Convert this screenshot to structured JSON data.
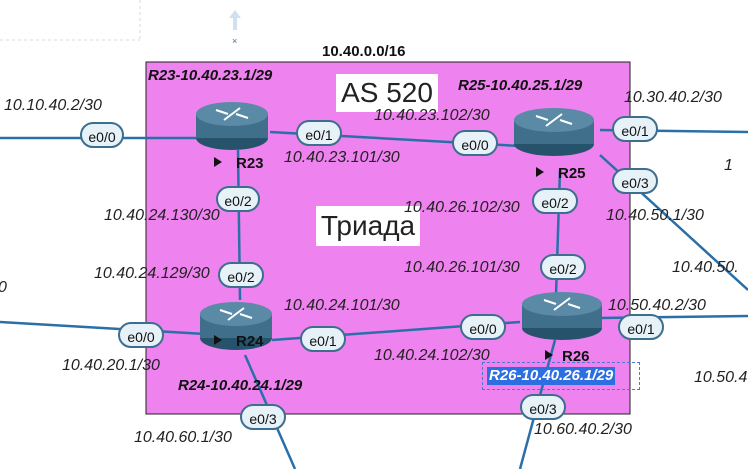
{
  "network": "10.40.0.0/16",
  "as_label": "AS 520",
  "area_label": "Триада",
  "colors": {
    "as_box": "#ee82ee",
    "link": "#2a6fa8",
    "router": "#3f6f8a"
  },
  "routers": {
    "r23": {
      "name": "R23",
      "title": "R23-10.40.23.1/29"
    },
    "r24": {
      "name": "R24",
      "title": "R24-10.40.24.1/29"
    },
    "r25": {
      "name": "R25",
      "title": "R25-10.40.25.1/29"
    },
    "r26": {
      "name": "R26",
      "title": "R26-10.40.26.1/29"
    }
  },
  "ports": {
    "r23_e00": "e0/0",
    "r23_e01": "e0/1",
    "r23_e02": "e0/2",
    "r25_e00": "e0/0",
    "r25_e01": "e0/1",
    "r25_e03": "e0/3",
    "r25_e02": "e0/2",
    "r24_e02": "e0/2",
    "r24_e00": "e0/0",
    "r24_e01": "e0/1",
    "r24_e03": "e0/3",
    "r26_e02": "e0/2",
    "r26_e00": "e0/0",
    "r26_e01": "e0/1",
    "r26_e03": "e0/3"
  },
  "addresses": {
    "a1": "10.10.40.2/30",
    "a2": "10.40.23.102/30",
    "a3": "10.30.40.2/30",
    "a4": "10.40.23.101/30",
    "a5": "10.40.24.130/30",
    "a6": "10.40.26.102/30",
    "a7": "10.40.50.1/30",
    "a8": "10.40.24.129/30",
    "a9": "10.40.26.101/30",
    "a10": "10.40.50.",
    "a11": "10.40.24.101/30",
    "a12": "10.50.40.2/30",
    "a13": "10.40.24.102/30",
    "a14": "10.40.20.1/30",
    "a15": "10.50.4",
    "a16": "10.40.60.1/30",
    "a17": "10.60.40.2/30",
    "a18": "1",
    "a19": "0"
  }
}
